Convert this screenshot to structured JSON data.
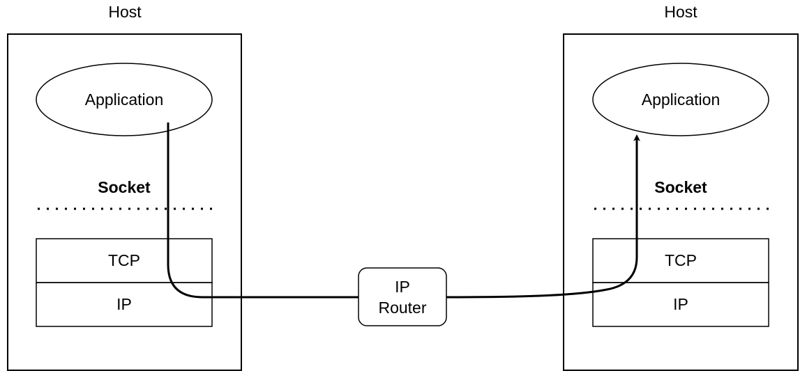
{
  "diagram": {
    "left_host": {
      "title": "Host",
      "application": "Application",
      "socket": "Socket",
      "tcp": "TCP",
      "ip": "IP"
    },
    "right_host": {
      "title": "Host",
      "application": "Application",
      "socket": "Socket",
      "tcp": "TCP",
      "ip": "IP"
    },
    "router": {
      "line1": "IP",
      "line2": "Router"
    }
  }
}
